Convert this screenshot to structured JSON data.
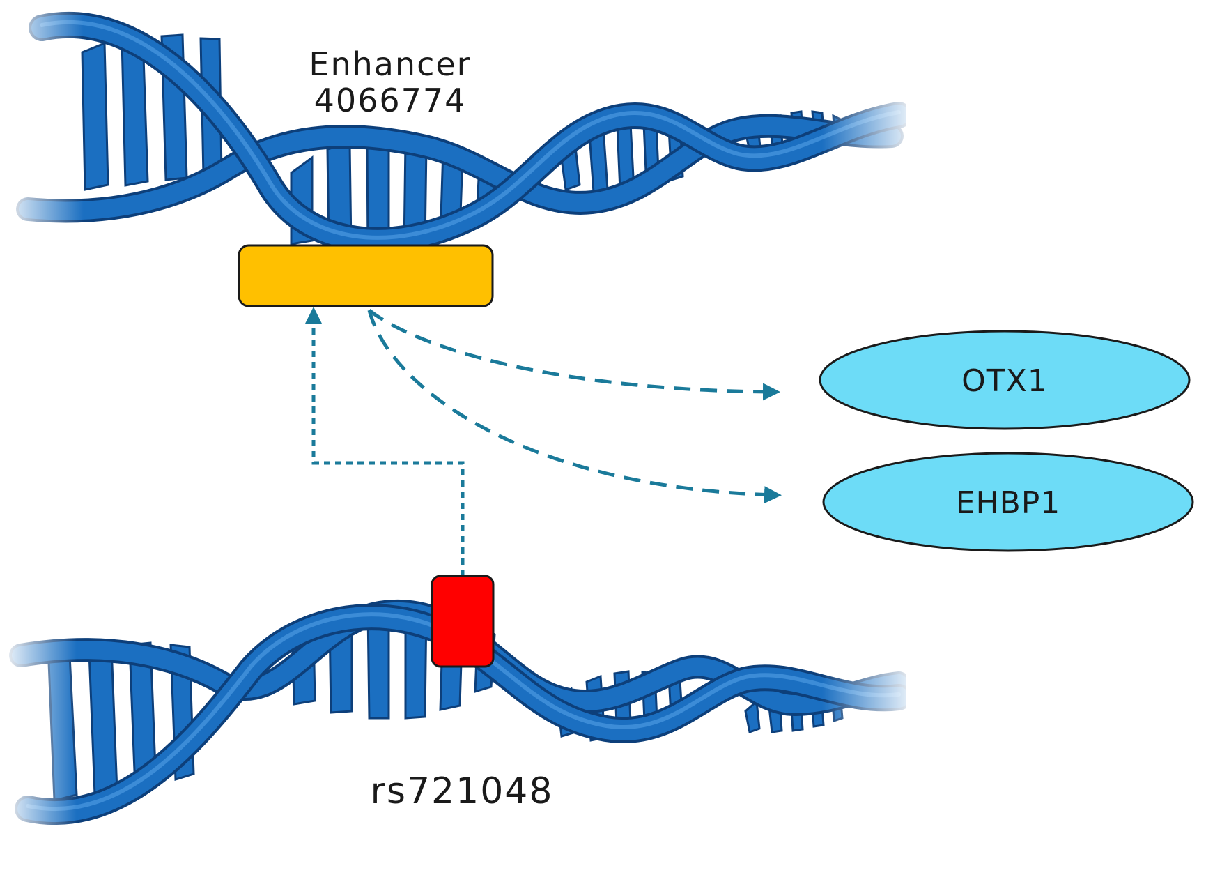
{
  "enhancer": {
    "line1": "Enhancer",
    "line2": "4066774"
  },
  "snp": {
    "label": "rs721048"
  },
  "genes": [
    {
      "label": "OTX1"
    },
    {
      "label": "EHBP1"
    }
  ],
  "colors": {
    "dna_strand": "#1b6fc1",
    "dna_outline": "#0d3f7a",
    "enhancer_box": "#ffc000",
    "snp_box": "#ff0000",
    "gene_fill": "#6ddcf7",
    "arrow": "#1a7a9a"
  }
}
